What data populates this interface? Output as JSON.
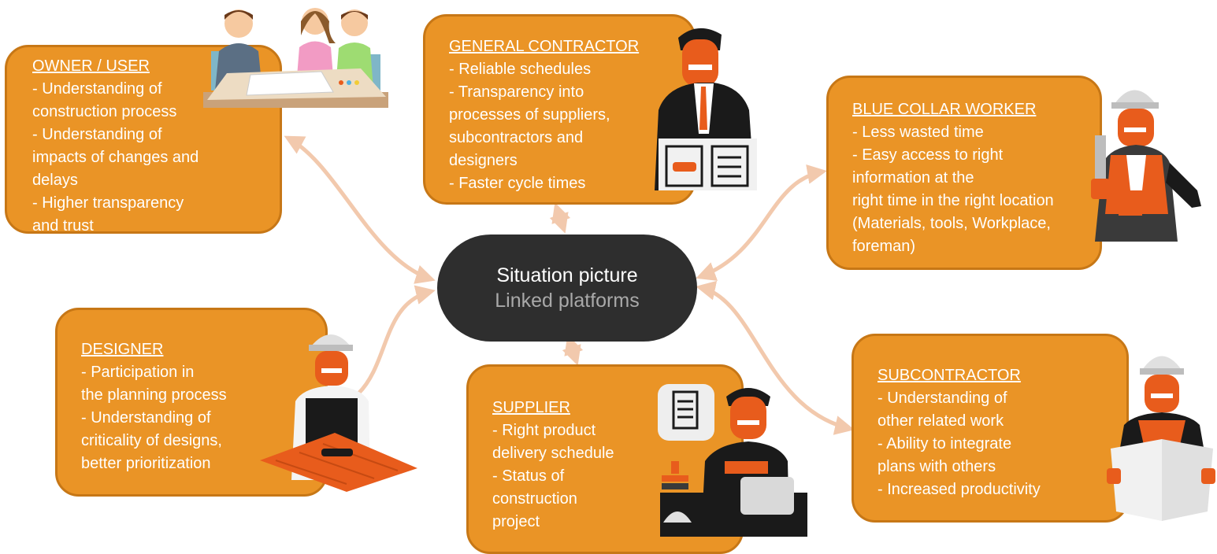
{
  "center": {
    "title": "Situation picture",
    "subtitle": "Linked platforms"
  },
  "boxes": {
    "owner": {
      "title": "OWNER / USER",
      "items": [
        "- Understanding of",
        "construction process",
        "- Understanding of",
        "impacts of changes and",
        "delays",
        "- Higher transparency",
        "and trust"
      ]
    },
    "general": {
      "title": "GENERAL CONTRACTOR",
      "items": [
        "- Reliable schedules",
        "- Transparency into",
        "processes of suppliers,",
        "subcontractors and",
        "designers",
        "- Faster cycle times"
      ]
    },
    "blue": {
      "title": "BLUE COLLAR WORKER",
      "items": [
        "- Less wasted time",
        "- Easy access to right",
        "information at the",
        "right time in the right location",
        "(Materials, tools, Workplace,",
        "foreman)"
      ]
    },
    "designer": {
      "title": "DESIGNER",
      "items": [
        "- Participation in",
        "the planning process",
        "- Understanding of",
        "criticality of designs,",
        "better prioritization"
      ]
    },
    "supplier": {
      "title": "SUPPLIER",
      "items": [
        "- Right product",
        "delivery schedule",
        "- Status of",
        "construction",
        "project"
      ]
    },
    "sub": {
      "title": "SUBCONTRACTOR",
      "items": [
        "- Understanding of",
        "other related work",
        "- Ability to integrate",
        "plans with others",
        "- Increased productivity"
      ]
    }
  },
  "colors": {
    "box_fill": "#ea9426",
    "box_border": "#c77716",
    "center_fill": "#2e2e2e",
    "connector": "#f2c9ad",
    "accent": "#e85c1c"
  }
}
